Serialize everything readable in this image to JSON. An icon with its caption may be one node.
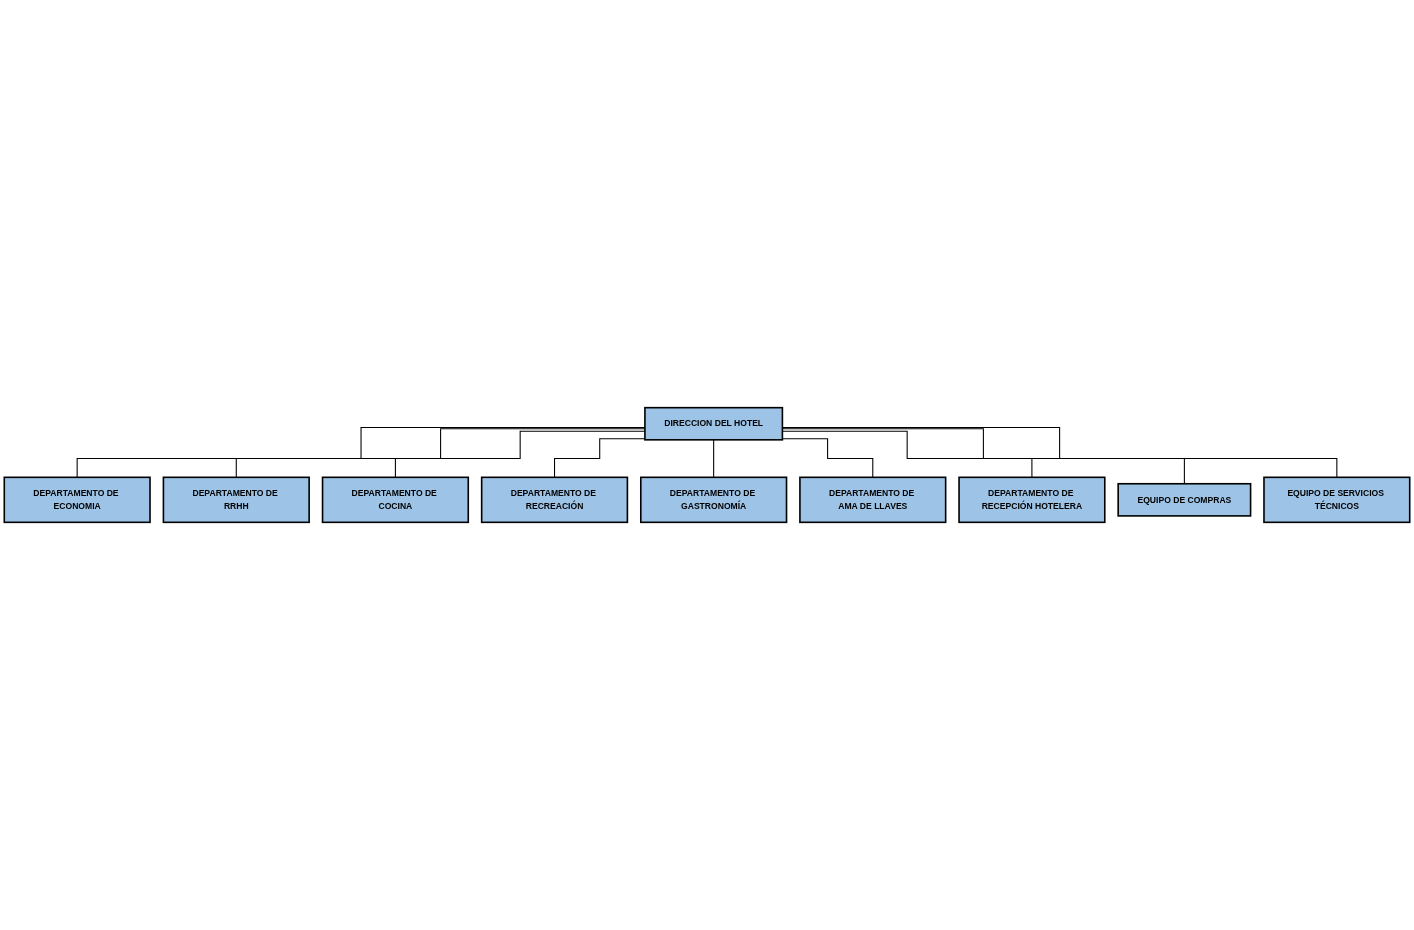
{
  "diagram": {
    "nodes": [
      {
        "text": [
          "DIRECCION DEL HOTEL"
        ]
      },
      {
        "text": [
          "DEPARTAMENTO DE ECONOMIA"
        ]
      },
      {
        "text": [
          "DEPARTAMENTO DE RRHH"
        ]
      },
      {
        "text": [
          "DEPARTAMENTO DE COCINA"
        ]
      },
      {
        "text": [
          "DEPARTAMENTO DE RECREACIÓN"
        ]
      },
      {
        "text": [
          "DEPARTAMENTO DE GASTRONOMÍA"
        ]
      },
      {
        "text": [
          "DEPARTAMENTO DE AMA DE LLAVES"
        ]
      },
      {
        "text": [
          "DEPARTAMENTO DE RECEPCIÓN HOTELERA"
        ]
      },
      {
        "text": [
          "EQUIPO DE COMPRAS"
        ]
      },
      {
        "text": [
          "EQUIPO DE SERVICIOS TÉCNICOS"
        ]
      }
    ],
    "edges": [
      {
        "from": 0,
        "to": 1,
        "arrow": "none"
      },
      {
        "from": 0,
        "to": 2,
        "arrow": "none"
      },
      {
        "from": 0,
        "to": 3,
        "arrow": "none"
      },
      {
        "from": 0,
        "to": 4,
        "arrow": "none"
      },
      {
        "from": 0,
        "to": 5,
        "arrow": "none"
      },
      {
        "from": 0,
        "to": 6,
        "arrow": "none"
      },
      {
        "from": 0,
        "to": 7,
        "arrow": "none"
      },
      {
        "from": 0,
        "to": 8,
        "arrow": "none"
      },
      {
        "from": 0,
        "to": 9,
        "arrow": "none"
      }
    ]
  }
}
